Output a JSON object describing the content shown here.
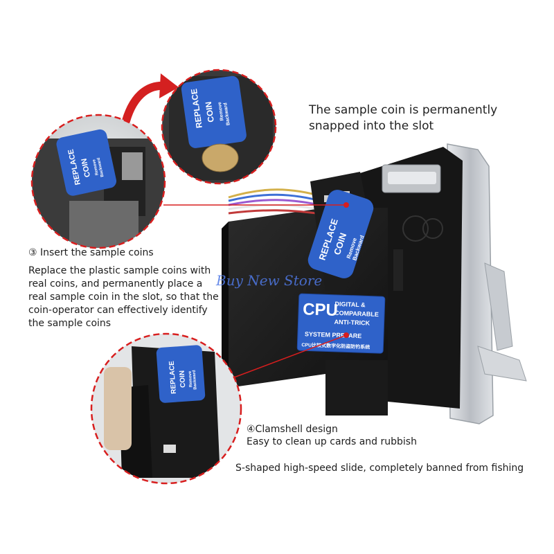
{
  "headline": "The sample coin is permanently snapped into the slot",
  "step3": {
    "title": "③ Insert the sample coins",
    "body": "Replace the plastic sample coins with real coins, and permanently place a real sample coin in the slot, so that the coin-operator can effectively identify the sample coins"
  },
  "step4": {
    "title": "④Clamshell design",
    "body": "Easy to clean up cards and rubbish"
  },
  "slide_note": "S-shaped high-speed slide, completely banned from fishing",
  "watermark": "Buy New Store",
  "tag_label": {
    "line1": "REPLACE",
    "line2": "COIN",
    "line3": "Remove",
    "line4": "Backward"
  },
  "cpu_label": {
    "brand": "CPU",
    "line1": "DIGITAL &",
    "line2": "COMPARABLE",
    "line3": "ANTI-TRICK",
    "line4": "SYSTEM PREPARE",
    "line5": "CPU比较式数字化防盗防钓系统"
  },
  "colors": {
    "callout_circle": "#d81e1e",
    "arrow": "#d42020",
    "label_blue": "#2f62c9",
    "device_black": "#1b1b1b",
    "bezel_silver": "#c9ccd1"
  }
}
